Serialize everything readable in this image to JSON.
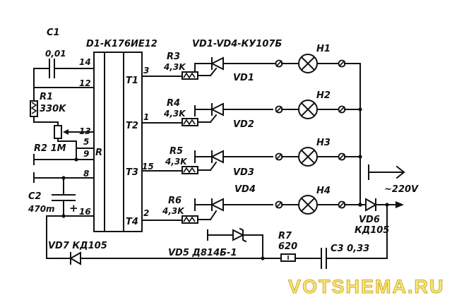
{
  "chip": {
    "name": "D1-К176ИЕ12",
    "reset_pin": "R"
  },
  "thyristors_header": "VD1-VD4-КУ107Б",
  "pins": {
    "p14": "14",
    "p12": "12",
    "p13": "13",
    "p5": "5",
    "p9": "9",
    "p8": "8",
    "p16": "16",
    "t1_num": "3",
    "t2_num": "1",
    "t3_num": "15",
    "t4_num": "2",
    "t1": "T1",
    "t2": "T2",
    "t3": "T3",
    "t4": "T4"
  },
  "components": {
    "c1_name": "C1",
    "c1_val": "0,01",
    "r1_name": "R1",
    "r1_val": "330K",
    "r2_label": "R2 1M",
    "c2_name": "C2",
    "c2_val": "470m",
    "c2_plus": "+",
    "r3_name": "R3",
    "r3_val": "4,3K",
    "r4_name": "R4",
    "r4_val": "4,3K",
    "r5_name": "R5",
    "r5_val": "4,3K",
    "r6_name": "R6",
    "r6_val": "4,3K",
    "vd1": "VD1",
    "vd2": "VD2",
    "vd3": "VD3",
    "vd4": "VD4",
    "h1": "H1",
    "h2": "H2",
    "h3": "H3",
    "h4": "H4",
    "vd6_name": "VD6",
    "vd6_val": "КД105",
    "vd7_label": "VD7 КД105",
    "vd5_label": "VD5 Д814Б-1",
    "r7_name": "R7",
    "r7_val": "620",
    "c3_label": "C3 0,33",
    "mains": "~220V"
  },
  "watermark": "VOTSHEMA.RU"
}
